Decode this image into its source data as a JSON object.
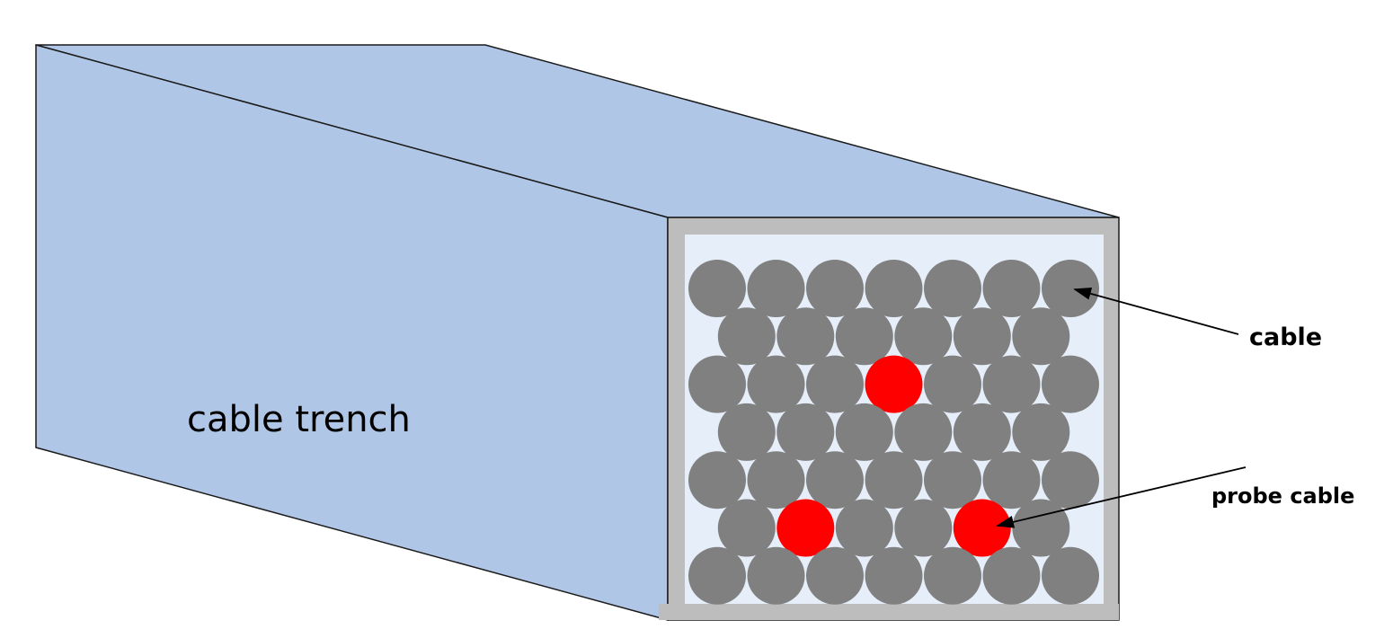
{
  "labels": {
    "trench": "cable trench",
    "cable": "cable",
    "probe_cable": "probe cable"
  },
  "colors": {
    "trench_face": "#b0c6e6",
    "trench_edge": "#1a1a1a",
    "frame": "#bdbdbd",
    "interior": "#e6eef9",
    "cable": "#808080",
    "probe_cable": "#ff0000",
    "arrow": "#000000"
  },
  "cable_grid": {
    "rows": [
      [
        "cable",
        "cable",
        "cable",
        "cable",
        "cable",
        "cable",
        "cable"
      ],
      [
        "cable",
        "cable",
        "cable",
        "cable",
        "cable",
        "cable"
      ],
      [
        "cable",
        "cable",
        "cable",
        "probe",
        "cable",
        "cable",
        "cable"
      ],
      [
        "cable",
        "cable",
        "cable",
        "cable",
        "cable",
        "cable"
      ],
      [
        "cable",
        "cable",
        "cable",
        "cable",
        "cable",
        "cable",
        "cable"
      ],
      [
        "cable",
        "probe",
        "cable",
        "cable",
        "probe",
        "cable"
      ],
      [
        "cable",
        "cable",
        "cable",
        "cable",
        "cable",
        "cable",
        "cable"
      ]
    ]
  }
}
